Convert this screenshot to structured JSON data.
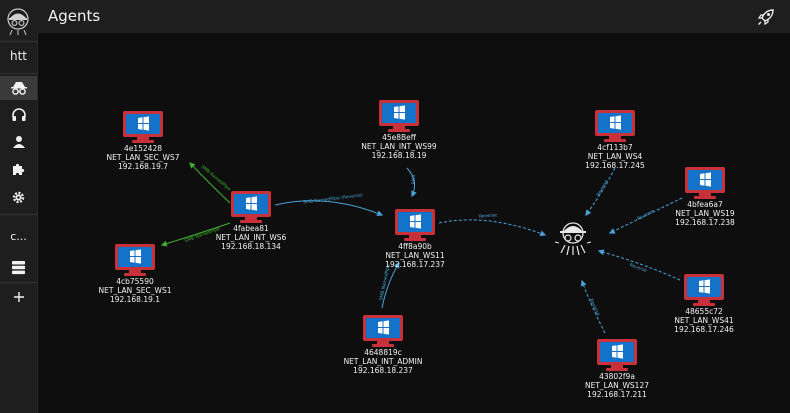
{
  "sidebar": {
    "top_text": "htt",
    "server_label": "c..."
  },
  "header": {
    "title": "Agents"
  },
  "colors": {
    "green_edge": "#3fb12f",
    "blue_edge": "#4aa3d8",
    "monitor_frame": "#c8313a",
    "monitor_screen": "#1473c8"
  },
  "agents": [
    {
      "id": "n1",
      "guid": "4e152428",
      "name": "NET_LAN_SEC_WS7",
      "ip": "192.168.19.7"
    },
    {
      "id": "n2",
      "guid": "4fabea81",
      "name": "NET_LAN_INT_WS6",
      "ip": "192.168.18.134"
    },
    {
      "id": "n3",
      "guid": "4cb75590",
      "name": "NET_LAN_SEC_WS1",
      "ip": "192.168.19.1"
    },
    {
      "id": "n4",
      "guid": "45e8Beff",
      "name": "NET_LAN_INT_WS99",
      "ip": "192.168.18.19"
    },
    {
      "id": "n5",
      "guid": "4ff8a90b",
      "name": "NET_LAN_WS11",
      "ip": "192.168.17.237"
    },
    {
      "id": "n6",
      "guid": "4648819c",
      "name": "NET_LAN_INT_ADMIN",
      "ip": "192.168.18.237"
    },
    {
      "id": "n7",
      "guid": "4cf113b7",
      "name": "NET_LAN_WS4",
      "ip": "192.168.17.245"
    },
    {
      "id": "n8",
      "guid": "4bfea6a7",
      "name": "NET_LAN_WS19",
      "ip": "192.168.17.238"
    },
    {
      "id": "n9",
      "guid": "48655c72",
      "name": "NET_LAN_WS41",
      "ip": "192.168.17.246"
    },
    {
      "id": "n10",
      "guid": "43802f9a",
      "name": "NET_LAN_WS127",
      "ip": "192.168.17.211"
    }
  ],
  "edge_labels": {
    "smb1": "SMB NamedPipe",
    "smb2": "SMB NamedPipe",
    "smb3": "SMB NamedPipe (Reverse)",
    "ws99": "SMB",
    "admin": "SMB NamedPipe",
    "ws11": "Reverse",
    "ws4": "Reverse",
    "ws19": "Reverse",
    "ws41": "Reverse",
    "ws127": "Reverse"
  }
}
